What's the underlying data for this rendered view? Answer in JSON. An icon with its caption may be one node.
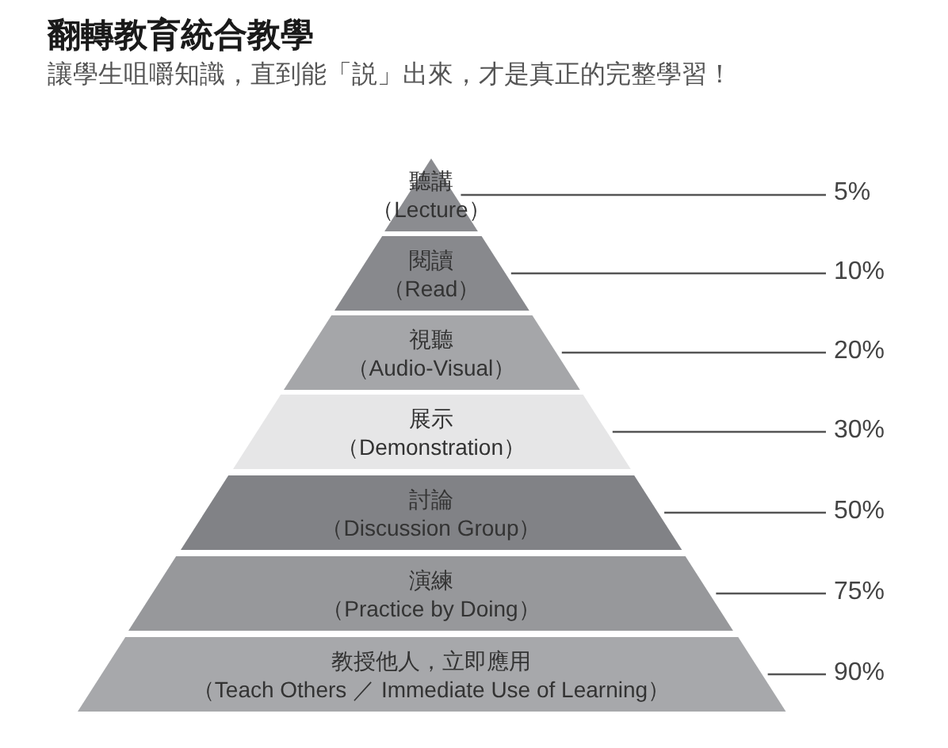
{
  "diagram": {
    "title": "翻轉教育統合教學",
    "caption": "讓學生咀嚼知識，直到能「説」出來，才是真正的完整學習！",
    "nodes": [
      {
        "text": [
          "聽講",
          "（Lecture）"
        ]
      },
      {
        "text": [
          "閱讀",
          "（Read）"
        ]
      },
      {
        "text": [
          "視聽",
          "（Audio-Visual）"
        ]
      },
      {
        "text": [
          "展示",
          "（Demonstration）"
        ]
      },
      {
        "text": [
          "討論",
          "（Discussion Group）"
        ]
      },
      {
        "text": [
          "演練",
          "（Practice by Doing）"
        ]
      },
      {
        "text": [
          "教授他人，立即應用",
          "（Teach Others ／ Immediate Use of Learning）"
        ]
      },
      {
        "text": [
          "5%"
        ]
      },
      {
        "text": [
          "10%"
        ]
      },
      {
        "text": [
          "20%"
        ]
      },
      {
        "text": [
          "30%"
        ]
      },
      {
        "text": [
          "50%"
        ]
      },
      {
        "text": [
          "75%"
        ]
      },
      {
        "text": [
          "90%"
        ]
      }
    ],
    "edges": [
      {
        "from": 7,
        "to": 0,
        "arrow": "none"
      },
      {
        "from": 8,
        "to": 1,
        "arrow": "none"
      },
      {
        "from": 9,
        "to": 2,
        "arrow": "none"
      },
      {
        "from": 10,
        "to": 3,
        "arrow": "none"
      },
      {
        "from": 11,
        "to": 4,
        "arrow": "none"
      },
      {
        "from": 12,
        "to": 5,
        "arrow": "none"
      },
      {
        "from": 13,
        "to": 6,
        "arrow": "none"
      }
    ]
  }
}
